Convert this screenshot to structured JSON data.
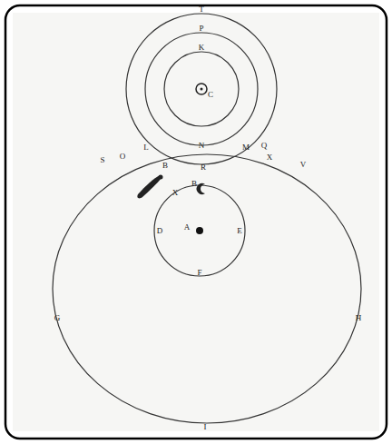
{
  "diagram": {
    "labels": [
      "T",
      "P",
      "K",
      "C",
      "S",
      "O",
      "L",
      "M",
      "Q",
      "X",
      "V",
      "B",
      "N",
      "R",
      "X",
      "B",
      "A",
      "D",
      "E",
      "F",
      "G",
      "H",
      "I"
    ]
  }
}
